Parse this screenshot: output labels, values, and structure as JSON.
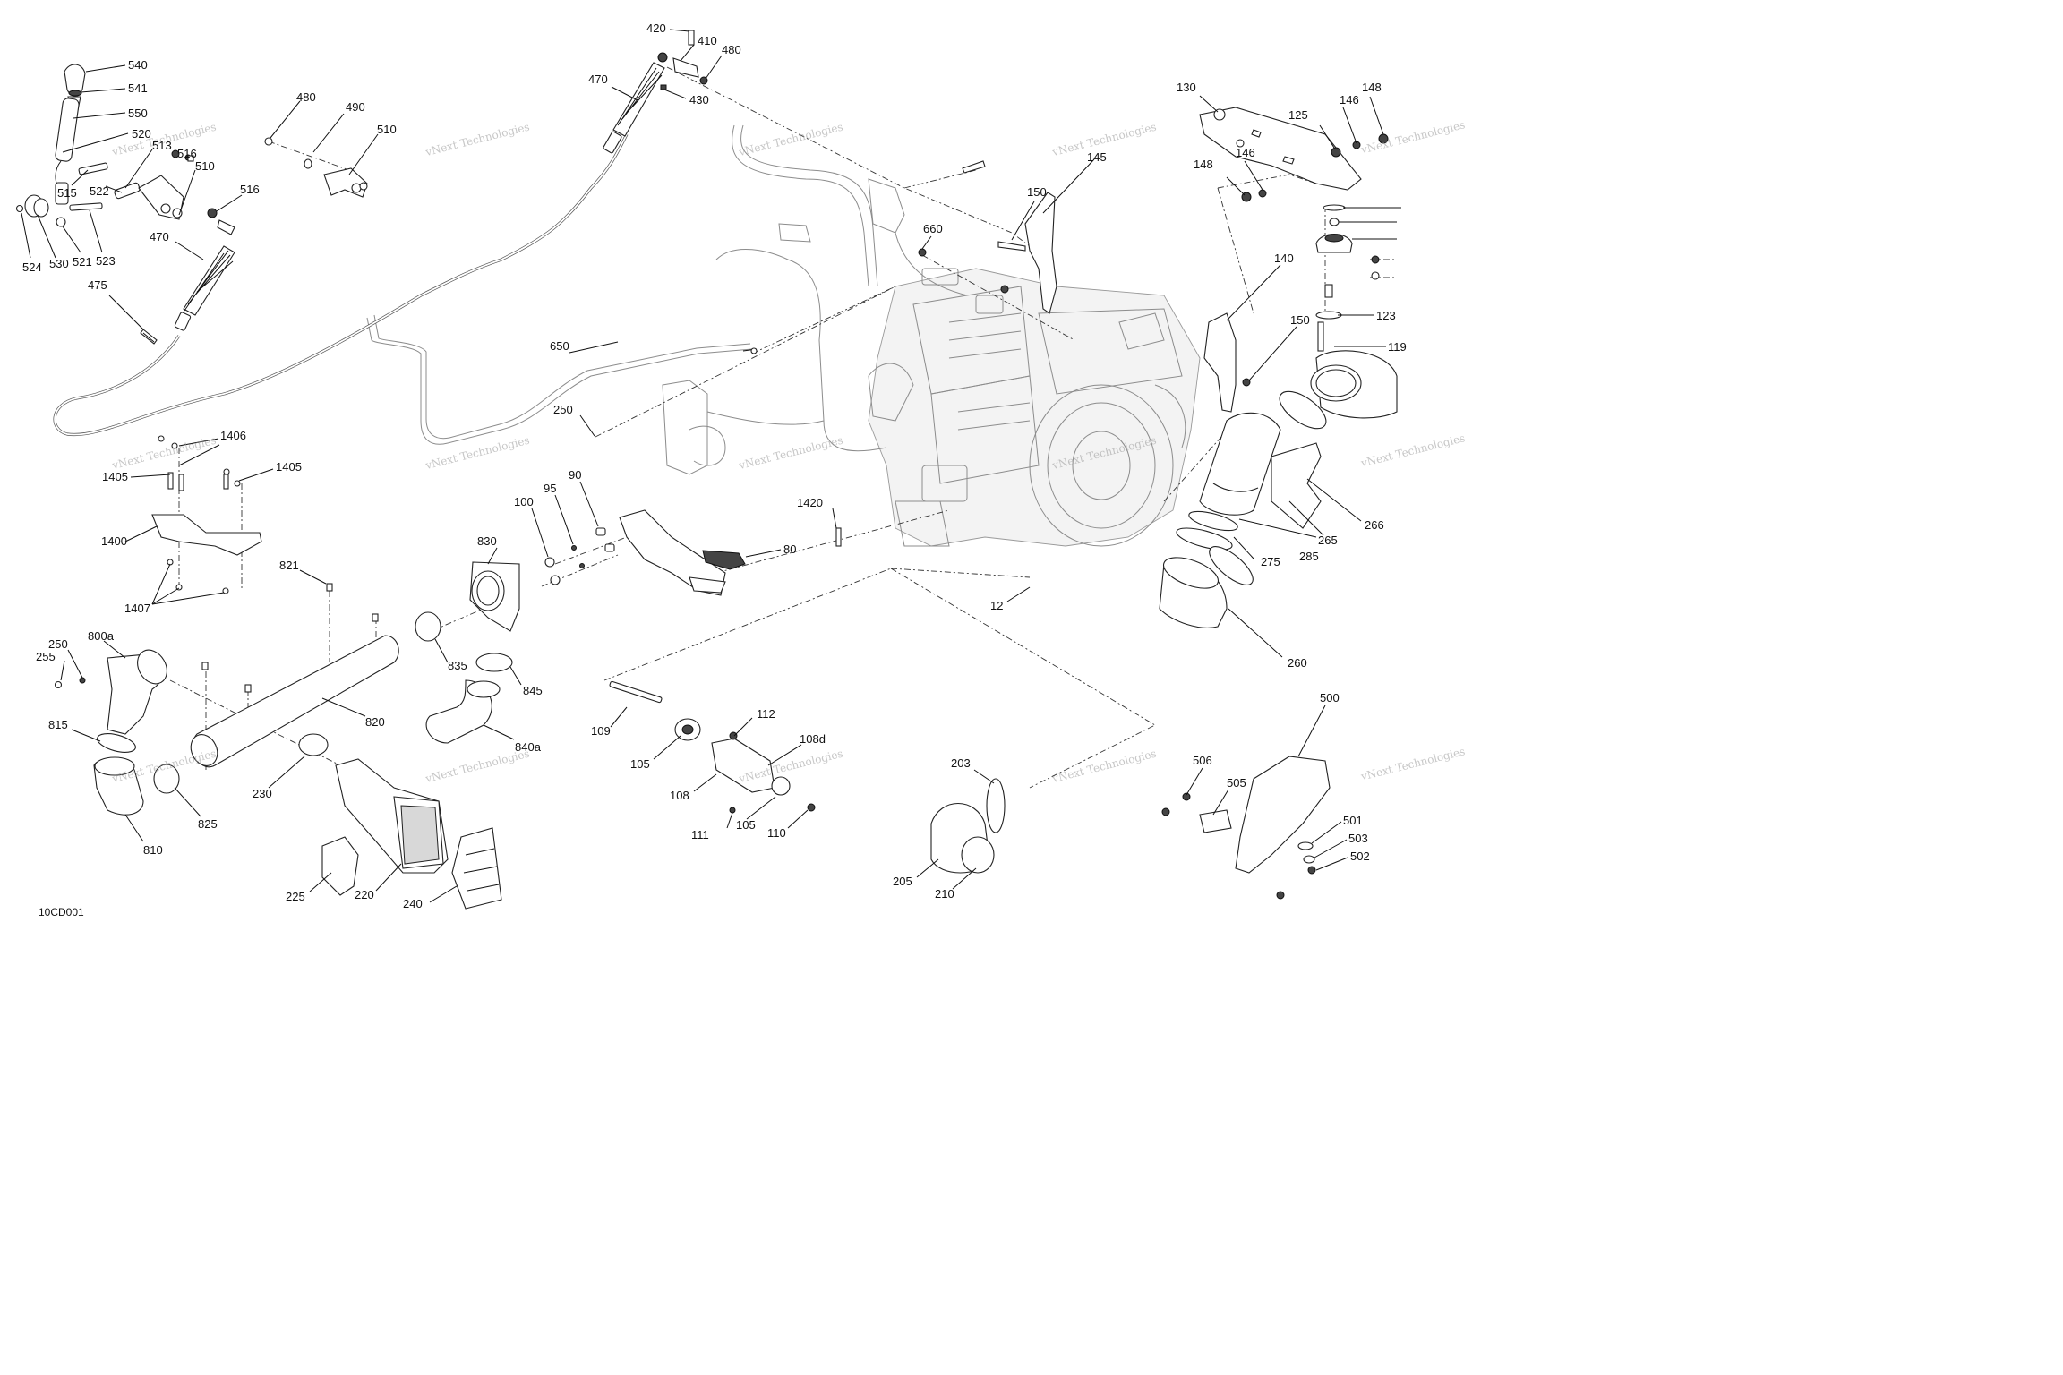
{
  "diagram": {
    "drawing_code": "10CD001",
    "watermark": "vNext Technologies",
    "callouts": [
      "540",
      "541",
      "550",
      "520",
      "513",
      "516",
      "510",
      "515",
      "522",
      "524",
      "530",
      "521",
      "523",
      "470",
      "475",
      "480",
      "490",
      "510",
      "516",
      "420",
      "410",
      "480",
      "470",
      "430",
      "650",
      "250",
      "130",
      "146",
      "125",
      "148",
      "146",
      "148",
      "145",
      "150",
      "660",
      "140",
      "150",
      "123",
      "119",
      "1406",
      "1405",
      "1405",
      "1400",
      "1407",
      "100",
      "95",
      "90",
      "830",
      "80",
      "1420",
      "12",
      "821",
      "250",
      "255",
      "800a",
      "815",
      "810",
      "825",
      "820",
      "835",
      "845",
      "840a",
      "230",
      "225",
      "220",
      "240",
      "109",
      "105",
      "112",
      "108d",
      "108",
      "111",
      "105",
      "110",
      "203",
      "205",
      "210",
      "500",
      "506",
      "505",
      "501",
      "503",
      "502",
      "265",
      "285",
      "275",
      "266",
      "260"
    ]
  }
}
